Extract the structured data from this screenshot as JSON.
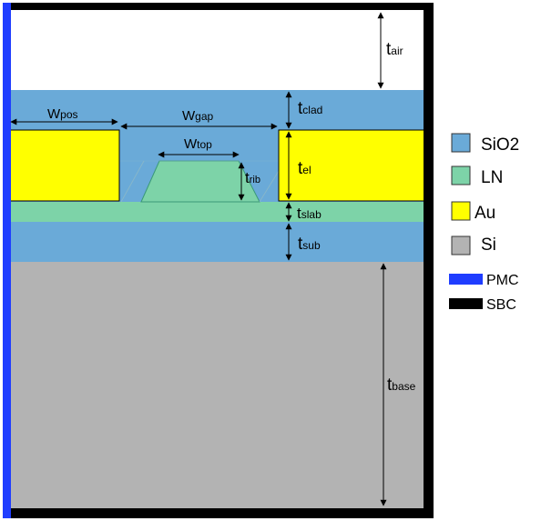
{
  "materials": {
    "sio2": {
      "name": "SiO2",
      "color": "#6aaad8"
    },
    "ln": {
      "name": "LN",
      "color": "#7dd3a8"
    },
    "au": {
      "name": "Au",
      "color": "#ffff00"
    },
    "si": {
      "name": "Si",
      "color": "#b3b3b3"
    }
  },
  "boundaries": {
    "pmc": {
      "name": "PMC",
      "color": "#1f3dff"
    },
    "sbc": {
      "name": "SBC",
      "color": "#000000"
    }
  },
  "dimensions": {
    "t_air": {
      "main": "t",
      "sub": "air"
    },
    "t_clad": {
      "main": "t",
      "sub": "clad"
    },
    "t_el": {
      "main": "t",
      "sub": "el"
    },
    "t_rib": {
      "main": "t",
      "sub": "rib"
    },
    "t_slab": {
      "main": "t",
      "sub": "slab"
    },
    "t_sub": {
      "main": "t",
      "sub": "sub"
    },
    "t_base": {
      "main": "t",
      "sub": "base"
    },
    "w_pos": {
      "main": "W",
      "sub": "pos"
    },
    "w_gap": {
      "main": "W",
      "sub": "gap"
    },
    "w_top": {
      "main": "W",
      "sub": "top"
    }
  }
}
